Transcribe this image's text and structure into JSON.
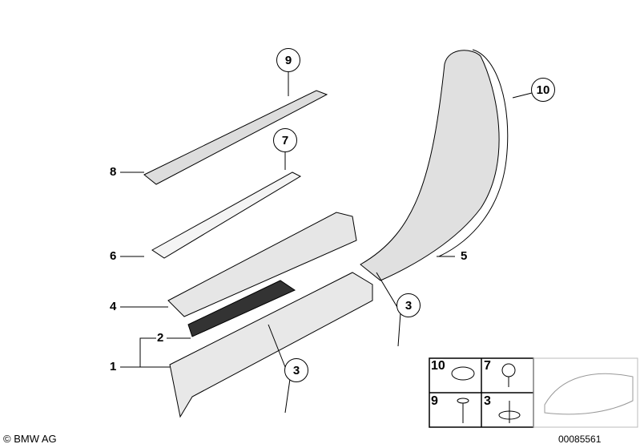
{
  "callouts": {
    "c1": "1",
    "c2": "2",
    "c3a": "3",
    "c3b": "3",
    "c4": "4",
    "c5": "5",
    "c6": "6",
    "c7": "7",
    "c8": "8",
    "c9": "9",
    "c10": "10"
  },
  "legend_grid": [
    "10",
    "7",
    "9",
    "3"
  ],
  "copyright": "© BMW AG",
  "diagram_number": "00085561"
}
